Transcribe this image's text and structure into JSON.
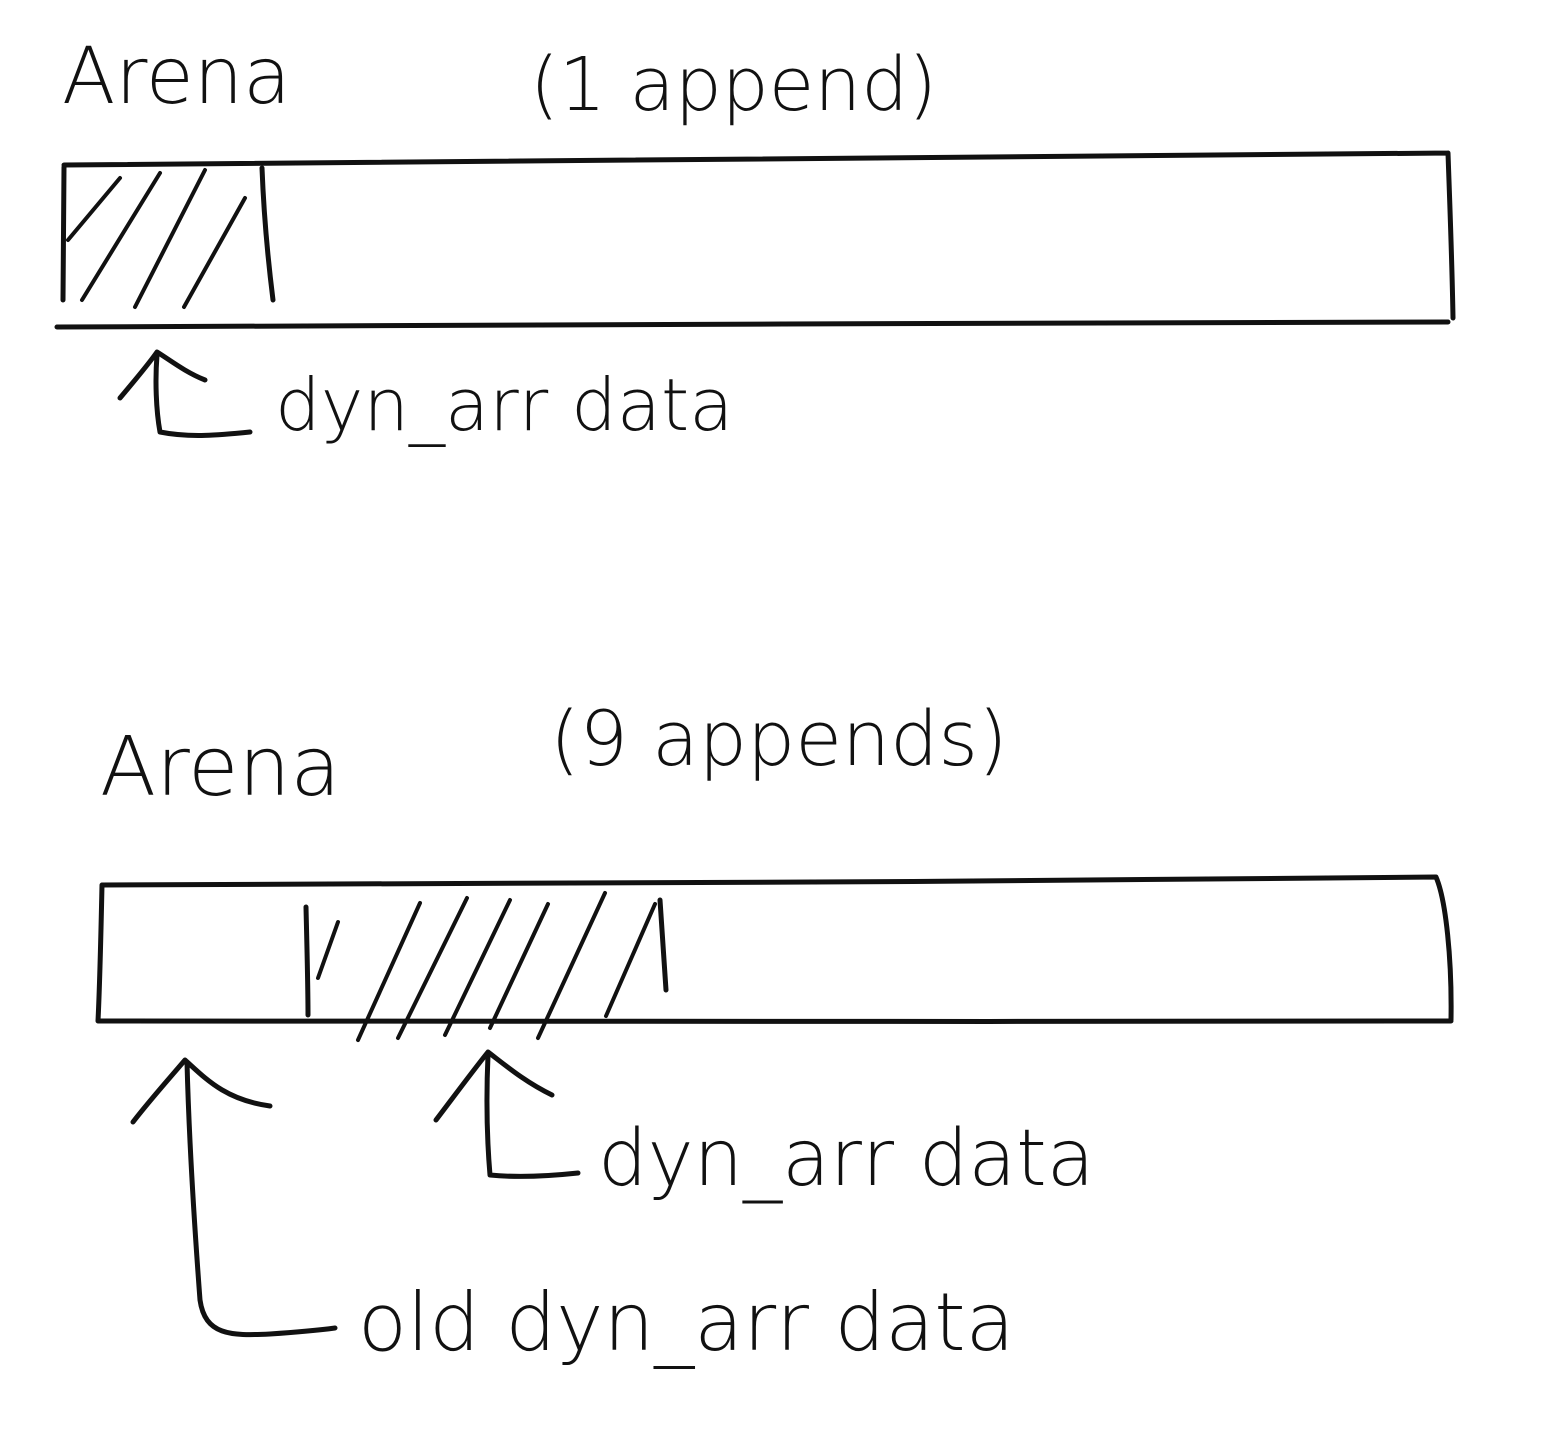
{
  "diagrams": [
    {
      "title": "Arena",
      "subtitle": "(1 append)",
      "labels": [
        {
          "text": "dyn_arr data"
        }
      ]
    },
    {
      "title": "Arena",
      "subtitle": "(9 appends)",
      "labels": [
        {
          "text": "dyn_arr data"
        },
        {
          "text": "old dyn_arr data"
        }
      ]
    }
  ],
  "colors": {
    "ink": "#111111",
    "paper": "#ffffff"
  }
}
